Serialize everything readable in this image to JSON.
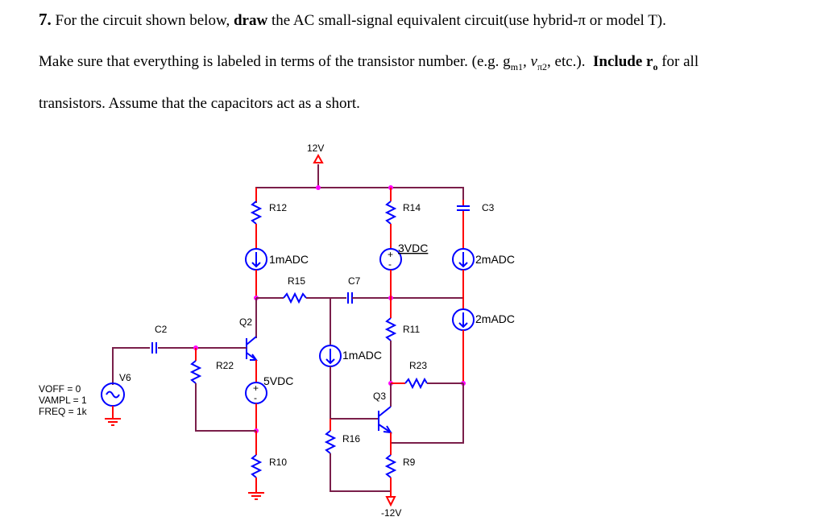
{
  "question": {
    "number": "7.",
    "line1_pre": "For the circuit shown below,",
    "line1_bold": "draw",
    "line1_post": "the AC small-signal equivalent circuit(use hybrid-π or model T).",
    "line2_pre": "Make sure that everything is labeled in terms of the transistor number. (e.g. g",
    "line2_sub1": "m1",
    "line2_mid": ", v",
    "line2_sub2": "π2",
    "line2_post": ", etc.).",
    "line2_bold": "Include r",
    "line2_bold_sub": "o",
    "line2_end": "for all",
    "line3": "transistors.  Assume that the capacitors act as a short."
  },
  "circuit": {
    "supply_pos": "12V",
    "supply_neg": "-12V",
    "components": {
      "R12": "R12",
      "R14": "R14",
      "C3": "C3",
      "R15": "R15",
      "C7": "C7",
      "C2": "C2",
      "R22": "R22",
      "R11": "R11",
      "R23": "R23",
      "R16": "R16",
      "R10": "R10",
      "R9": "R9",
      "Q2": "Q2",
      "Q3": "Q3",
      "V6": "V6"
    },
    "sources": {
      "i_q2_collector": "1mADC",
      "v_r14": "3VDC",
      "i_c3_top": "2mADC",
      "i_c3_bottom": "2mADC",
      "i_q3_base": "1mADC",
      "v_q2_emitter": "5VDC"
    },
    "v6_params": [
      "VOFF = 0",
      "VAMPL = 1",
      "FREQ = 1k"
    ]
  }
}
